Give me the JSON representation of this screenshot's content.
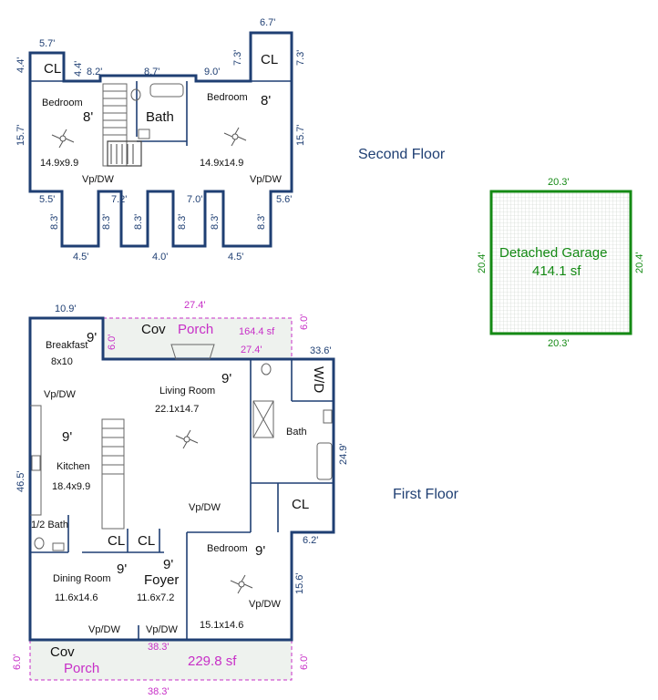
{
  "labels": {
    "second_floor": "Second Floor",
    "first_floor": "First Floor",
    "cl": "CL",
    "h8": "8'",
    "h9": "9'",
    "bedroom": "Bedroom",
    "bath": "Bath",
    "vpdw": "Vp/DW",
    "size_149x99": "14.9x9.9",
    "size_149x149": "14.9x14.9",
    "cov": "Cov",
    "porch": "Porch",
    "porch1_area": "164.4 sf",
    "porch2_area": "229.8 sf",
    "breakfast": "Breakfast",
    "size_8x10": "8x10",
    "living_room": "Living Room",
    "size_221x147": "22.1x14.7",
    "kitchen": "Kitchen",
    "size_184x99": "18.4x9.9",
    "half_bath": "1/2 Bath",
    "wd": "W/D",
    "dining_room": "Dining Room",
    "size_116x146": "11.6x14.6",
    "foyer": "Foyer",
    "size_116x72": "11.6x7.2",
    "size_151x146": "15.1x14.6",
    "garage_name": "Detached Garage",
    "garage_area": "414.1 sf"
  },
  "dims": {
    "d57": "5.7'",
    "d44": "4.4'",
    "d82": "8.2'",
    "d87": "8.7'",
    "d90": "9.0'",
    "d67": "6.7'",
    "d73": "7.3'",
    "d157": "15.7'",
    "d55": "5.5'",
    "d72": "7.2'",
    "d70": "7.0'",
    "d56": "5.6'",
    "d83": "8.3'",
    "d45": "4.5'",
    "d40": "4.0'",
    "d109": "10.9'",
    "d274": "27.4'",
    "d60": "6.0'",
    "d336": "33.6'",
    "d249": "24.9'",
    "d465": "46.5'",
    "d62": "6.2'",
    "d156": "15.6'",
    "d383": "38.3'",
    "d203": "20.3'",
    "d204": "20.4'"
  },
  "colors": {
    "wall": "#1f3f73",
    "porch": "#c72fc7",
    "garage": "#148a14"
  }
}
